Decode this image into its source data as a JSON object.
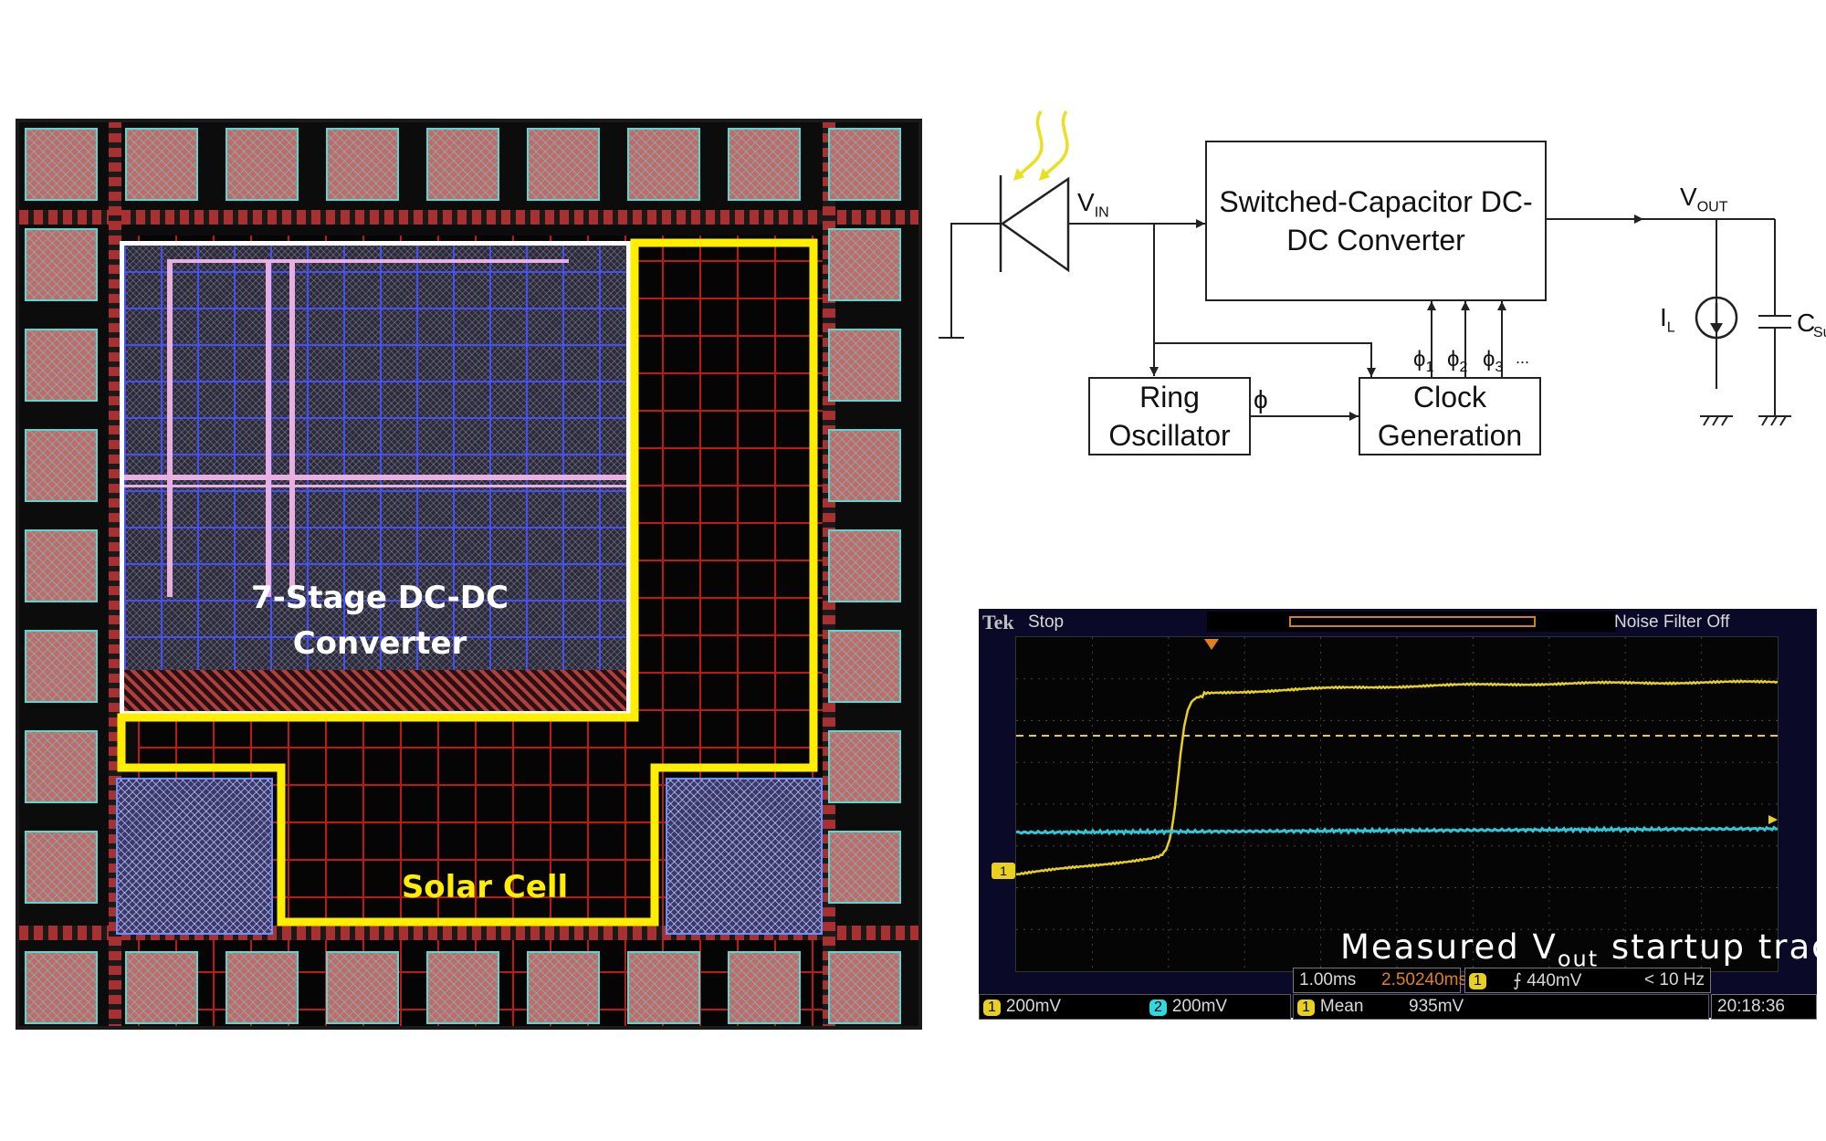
{
  "chip": {
    "dcdc_label": "7-Stage DC-DC\nConverter",
    "solar_label": "Solar Cell",
    "colors": {
      "solar_outline": "#ffee00",
      "dcdc_outline": "#ffffff",
      "metal_grid": "#c01818"
    }
  },
  "block_diagram": {
    "blocks": {
      "converter": "Switched-Capacitor DC-\nDC Converter",
      "ring_osc": "Ring\nOscillator",
      "clock_gen": "Clock\nGeneration"
    },
    "signals": {
      "vin": "V",
      "vin_sub": "IN",
      "vout": "V",
      "vout_sub": "OUT",
      "il": "I",
      "il_sub": "L",
      "csupply": "C",
      "csupply_sub": "Supply",
      "phi": "ϕ",
      "phi1": "ϕ",
      "phi1_sub": "1",
      "phi2": "ϕ",
      "phi2_sub": "2",
      "phi3": "ϕ",
      "phi3_sub": "3",
      "ellipsis": "..."
    },
    "icons": [
      "photodiode-icon",
      "light-rays-icon",
      "current-source-icon",
      "capacitor-icon",
      "ground-icon"
    ]
  },
  "scope": {
    "brand": "Tek",
    "status": "Stop",
    "noise_filter": "Noise Filter Off",
    "caption_pre": "Measured V",
    "caption_sub": "out",
    "caption_post": " startup trace",
    "timebase": "1.00ms",
    "position": "2.50240ms",
    "trigger_ch": "1",
    "trigger_level": "440mV",
    "trigger_freq": "< 10 Hz",
    "ch1_label": "1",
    "ch1_scale": "200mV",
    "ch2_label": "2",
    "ch2_scale": "200mV",
    "mean_ch": "1",
    "mean_label": "Mean",
    "mean_value": "935mV",
    "clock": "20:18:36",
    "ch1_marker": "1",
    "colors": {
      "ch1": "#e8d020",
      "ch2": "#30c8d8",
      "screen": "#050505",
      "frame": "#0a0a28"
    }
  }
}
